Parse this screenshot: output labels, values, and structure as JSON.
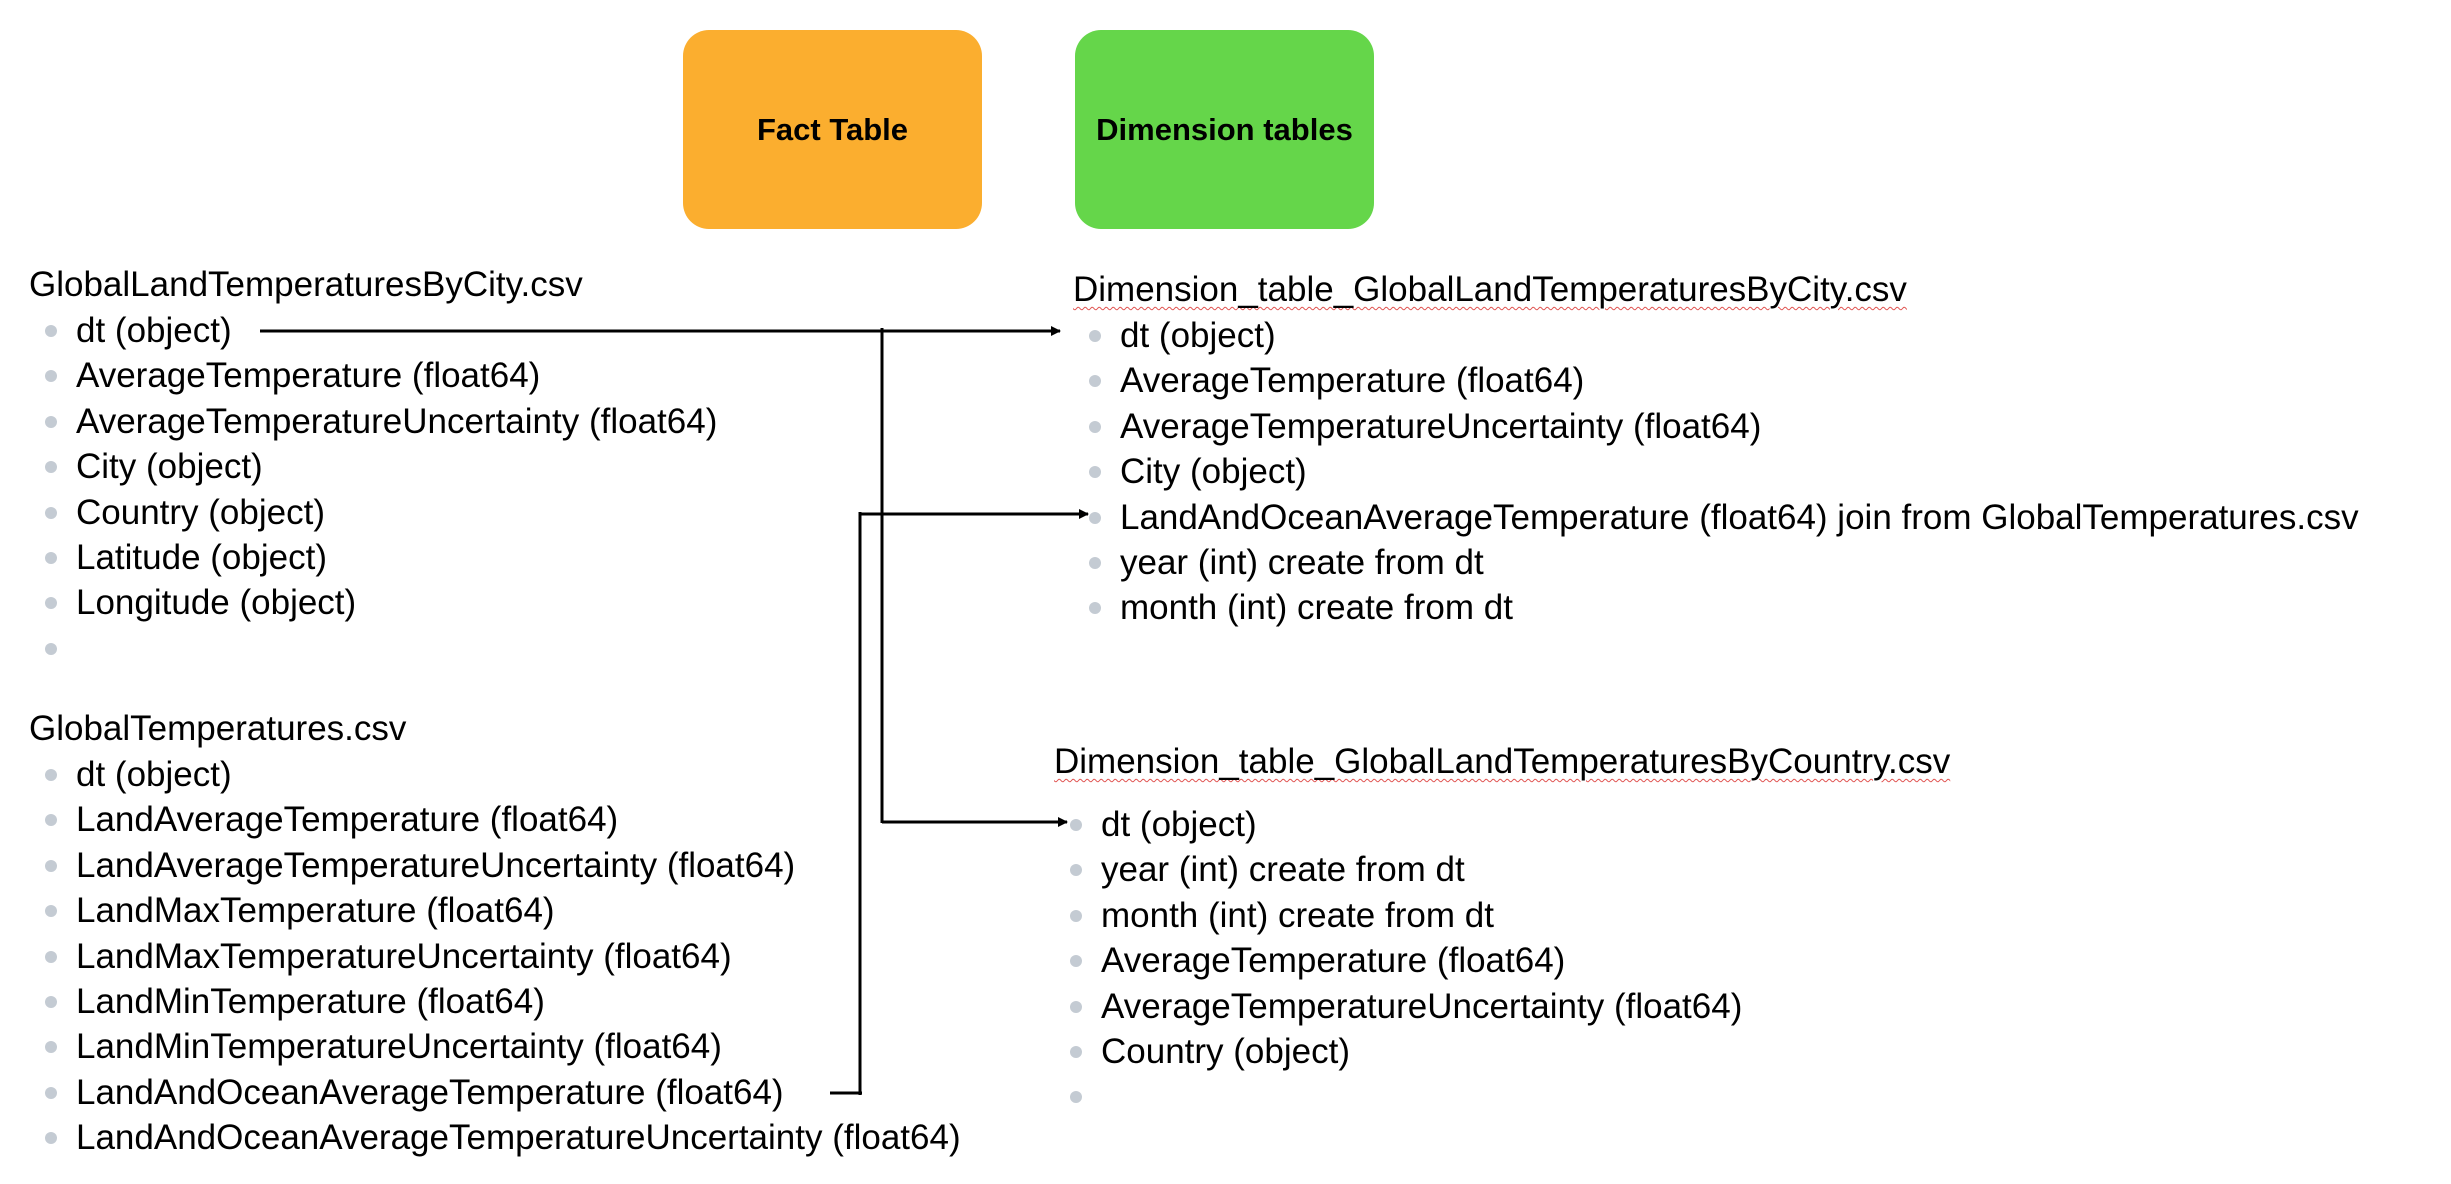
{
  "header_boxes": {
    "fact": {
      "label": "Fact Table",
      "color": "#fbae2f"
    },
    "dimension": {
      "label": "Dimension tables",
      "color": "#65d64a"
    }
  },
  "sources": {
    "city": {
      "title": "GlobalLandTemperaturesByCity.csv",
      "fields": [
        "dt (object)",
        "AverageTemperature (float64)",
        "AverageTemperatureUncertainty (float64)",
        "City (object)",
        "Country (object)",
        "Latitude (object)",
        "Longitude (object)",
        ""
      ]
    },
    "global": {
      "title": "GlobalTemperatures.csv",
      "fields": [
        "dt (object)",
        "LandAverageTemperature (float64)",
        "LandAverageTemperatureUncertainty (float64)",
        "LandMaxTemperature (float64)",
        "LandMaxTemperatureUncertainty (float64)",
        "LandMinTemperature (float64)",
        "LandMinTemperatureUncertainty (float64)",
        "LandAndOceanAverageTemperature (float64)",
        "LandAndOceanAverageTemperatureUncertainty (float64)"
      ]
    }
  },
  "dimensions": {
    "city": {
      "title": "Dimension_table_GlobalLandTemperaturesByCity.csv",
      "fields": [
        "dt (object)",
        "AverageTemperature (float64)",
        "AverageTemperatureUncertainty (float64)",
        "City (object)",
        "LandAndOceanAverageTemperature (float64) join from GlobalTemperatures.csv",
        "year (int) create from dt",
        "month (int) create from dt"
      ]
    },
    "country": {
      "title": "Dimension_table_GlobalLandTemperaturesByCountry.csv",
      "fields": [
        "dt (object)",
        "year (int) create from dt",
        "month (int) create from dt",
        "AverageTemperature (float64)",
        "AverageTemperatureUncertainty (float64)",
        "Country (object)",
        ""
      ]
    }
  },
  "colors": {
    "bullet": "#c4cbd3",
    "spellcheck_underline": "#e0524f",
    "connector": "#000000"
  }
}
